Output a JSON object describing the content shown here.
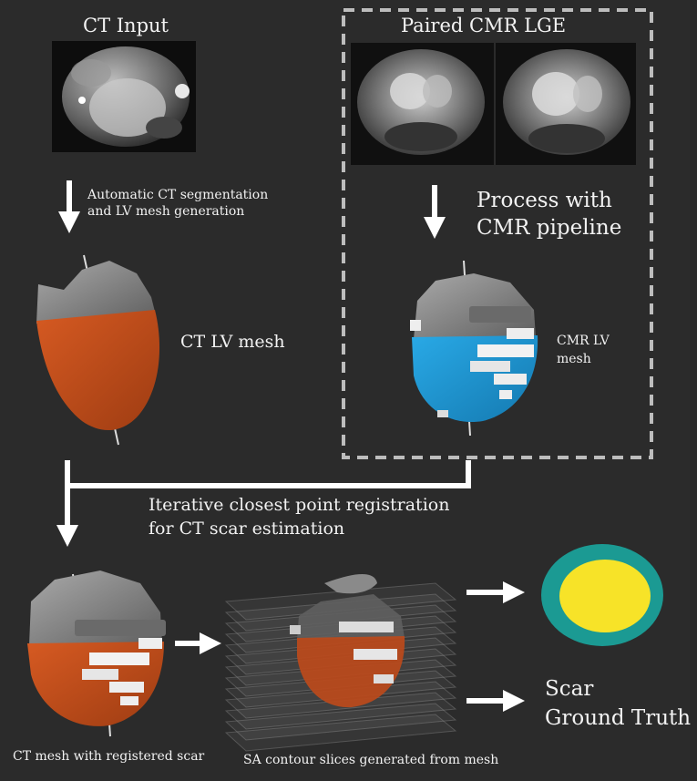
{
  "labels": {
    "ct_input": "CT Input",
    "paired_cmr": "Paired CMR LGE",
    "ct_seg_line1": "Automatic CT segmentation",
    "ct_seg_line2": "and LV mesh generation",
    "process_line1": "Process with",
    "process_line2": "CMR pipeline",
    "ct_lv_mesh": "CT LV mesh",
    "cmr_lv_line1": "CMR LV",
    "cmr_lv_line2": "mesh",
    "icp_line1": "Iterative closest point registration",
    "icp_line2": "for CT scar estimation",
    "ct_mesh_scar": "CT mesh with registered scar",
    "sa_slices": "SA contour slices generated from mesh",
    "scar_line1": "Scar",
    "scar_line2": "Ground Truth"
  },
  "colors": {
    "background": "#2b2b2b",
    "ct_mesh": "#c4501f",
    "cmr_mesh": "#1f9bd6",
    "mesh_gray": "#8a8a8a",
    "scar_white": "#eeeeee",
    "ring_teal": "#1b9a93",
    "ring_yellow": "#f7e328",
    "dashed_border": "#bdbdbd"
  }
}
